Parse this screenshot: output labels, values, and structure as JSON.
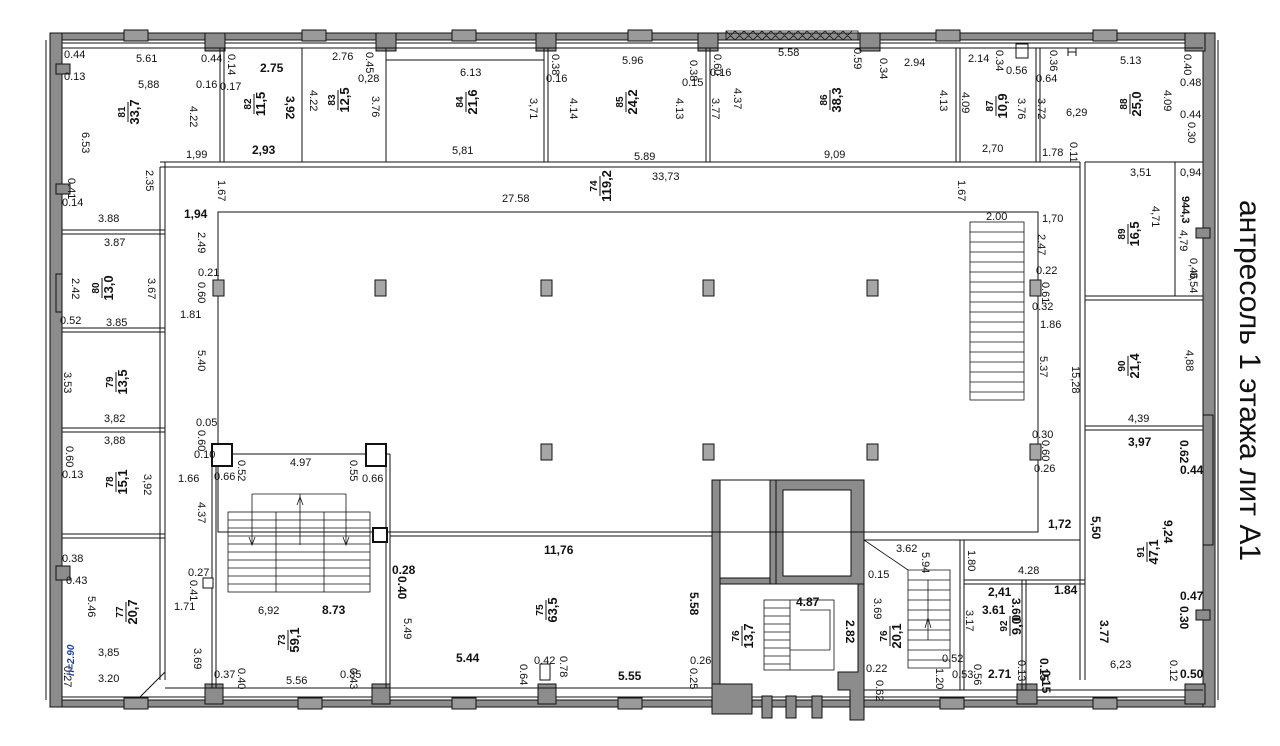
{
  "title": "антресоль 1 этажа лит А1",
  "height_note": "h=2.90",
  "rooms": [
    {
      "id": "81",
      "area": "33,7"
    },
    {
      "id": "82",
      "area": "11,5"
    },
    {
      "id": "83",
      "area": "12,5"
    },
    {
      "id": "84",
      "area": "21,6"
    },
    {
      "id": "85",
      "area": "24,2"
    },
    {
      "id": "86",
      "area": "38,3"
    },
    {
      "id": "87",
      "area": "10,9"
    },
    {
      "id": "88",
      "area": "25,0"
    },
    {
      "id": "74",
      "area": "119,2"
    },
    {
      "id": "89",
      "area": "16,5"
    },
    {
      "id": "80",
      "area": "13,0"
    },
    {
      "id": "79",
      "area": "13,5"
    },
    {
      "id": "78",
      "area": "15,1"
    },
    {
      "id": "90",
      "area": "21,4"
    },
    {
      "id": "77",
      "area": "20,7"
    },
    {
      "id": "73",
      "area": "59,1"
    },
    {
      "id": "75",
      "area": "63,5"
    },
    {
      "id": "76",
      "area": "13,7"
    },
    {
      "id": "76",
      "area": "20,1"
    },
    {
      "id": "91",
      "area": "47,1"
    },
    {
      "id": "92",
      "area": "9,0"
    }
  ],
  "dims": {
    "d01": "0.44",
    "d02": "0.13",
    "d03": "5.61",
    "d04": "5,88",
    "d05": "4.22",
    "d06": "6.53",
    "d07": "0.44",
    "d08": "0.16",
    "d09": "0.14",
    "d10": "0.17",
    "d11": "2.75",
    "d12": "3,92",
    "d13": "2.76",
    "d14": "0.45",
    "d15": "0,28",
    "d16": "4.22",
    "d17": "3.76",
    "d18": "6.13",
    "d19": "3,71",
    "d20": "0.38",
    "d21": "0.16",
    "d22": "5.96",
    "d23": "0.38",
    "d24": "0.15",
    "d25": "4.14",
    "d26": "4.13",
    "d27": "0.60",
    "d28": "0.16",
    "d29": "5.58",
    "d30": "0.59",
    "d31": "0.34",
    "d32": "2.94",
    "d33": "4.37",
    "d34": "3.77",
    "d35": "4.13",
    "d36": "2.14",
    "d37": "0.34",
    "d38": "0.56",
    "d39": "0.36",
    "d40": "0.64",
    "d41": "5.13",
    "d42": "0.40",
    "d43": "0.48",
    "d44": "4.09",
    "d45": "3.76",
    "d46": "3.72",
    "d47": "6,29",
    "d48": "4.09",
    "d49": "0.44",
    "d50": "0.30",
    "d51": "1,99",
    "d52": "2,93",
    "d53": "5,81",
    "d54": "5.89",
    "d55": "9,09",
    "d56": "2,70",
    "d57": "1.78",
    "d58": "0.11",
    "d59": "33,73",
    "d60": "2.35",
    "d61": "0.41",
    "d62": "0.14",
    "d63": "1.67",
    "d64": "1,94",
    "d65": "3.88",
    "d66": "27.58",
    "d67": "1.67",
    "d68": "2.00",
    "d69": "1,70",
    "d70": "3,51",
    "d71": "0,94",
    "d72": "944,3",
    "d73": "4,71",
    "d74": "4,79",
    "d75": "0,46",
    "d76": "0,54",
    "d77": "2.49",
    "d78": "2.47",
    "d79": "3.87",
    "d80": "2.42",
    "d81": "3.67",
    "d82": "0.52",
    "d83": "3.85",
    "d84": "0.21",
    "d85": "0.60",
    "d86": "0.22",
    "d87": "0.61",
    "d88": "0.32",
    "d89": "1.81",
    "d90": "1.86",
    "d91": "5.40",
    "d92": "5.37",
    "d93": "15,28",
    "d94": "4,88",
    "d95": "3.53",
    "d96": "3,82",
    "d97": "4,39",
    "d98": "0.05",
    "d99": "0.60",
    "d100": "0.10",
    "d101": "0.30",
    "d102": "0.60",
    "d103": "0.26",
    "d104": "3,97",
    "d105": "0.62",
    "d106": "0.44",
    "d107": "3,88",
    "d108": "0.60",
    "d109": "0.13",
    "d110": "3,92",
    "d111": "1.66",
    "d112": "0.52",
    "d113": "0.66",
    "d114": "4.97",
    "d115": "0.55",
    "d116": "0.66",
    "d117": "4.37",
    "d118": "1,72",
    "d119": "5,50",
    "d120": "9,24",
    "d121": "11,76",
    "d122": "3.62",
    "d123": "5.94",
    "d124": "1.80",
    "d125": "4.28",
    "d126": "0.38",
    "d127": "0.43",
    "d128": "5.46",
    "d129": "0.27",
    "d130": "0.41",
    "d131": "0.28",
    "d132": "0.40",
    "d133": "5.49",
    "d134": "5.58",
    "d135": "0.15",
    "d136": "2,41",
    "d137": "1.84",
    "d138": "0.47",
    "d139": "0.30",
    "d140": "1.71",
    "d141": "6,92",
    "d142": "8.73",
    "d143": "4.87",
    "d144": "2.82",
    "d145": "3.69",
    "d146": "3.61",
    "d147": "3.17",
    "d148": "3.60",
    "d149": "3.77",
    "d150": "3,85",
    "d151": "3.69",
    "d152": "5.44",
    "d153": "0.42",
    "d154": "0.78",
    "d155": "0.52",
    "d156": "0.13",
    "d157": "0.15",
    "d158": "6,23",
    "d159": "0.12",
    "d160": "0.27",
    "d161": "3.20",
    "d162": "0.37",
    "d163": "0.40",
    "d164": "5.56",
    "d165": "0.35",
    "d166": "0.43",
    "d167": "0.64",
    "d168": "5.55",
    "d169": "0.26",
    "d170": "0.25",
    "d171": "0.22",
    "d172": "0.62",
    "d173": "1.20",
    "d174": "0.53",
    "d175": "0.56",
    "d176": "2.71",
    "d177": "0.15",
    "d178": "0.50"
  },
  "colors": {
    "wall": "#8c8c8c",
    "column": "#a6a6a6",
    "line": "#111111",
    "note": "#1a3fa8"
  }
}
